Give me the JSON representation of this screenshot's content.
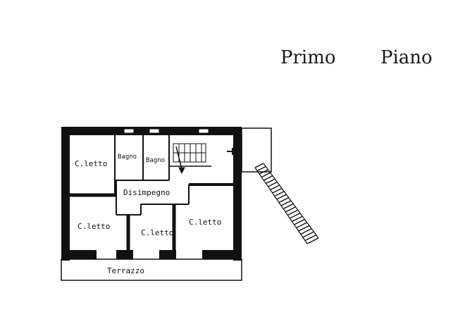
{
  "title": {
    "word1": "Primo",
    "word2": "Piano"
  },
  "rooms": {
    "camera_top_left": "C.letto",
    "bagno_1": "Bagno",
    "bagno_2": "Bagno",
    "disimpegno": "Disimpegno",
    "camera_bottom_left": "C.letto",
    "camera_bottom_mid": "C.letto",
    "camera_bottom_right": "C.letto",
    "terrazzo": "Terrazzo"
  },
  "colors": {
    "ink": "#111111",
    "paper": "#ffffff"
  }
}
